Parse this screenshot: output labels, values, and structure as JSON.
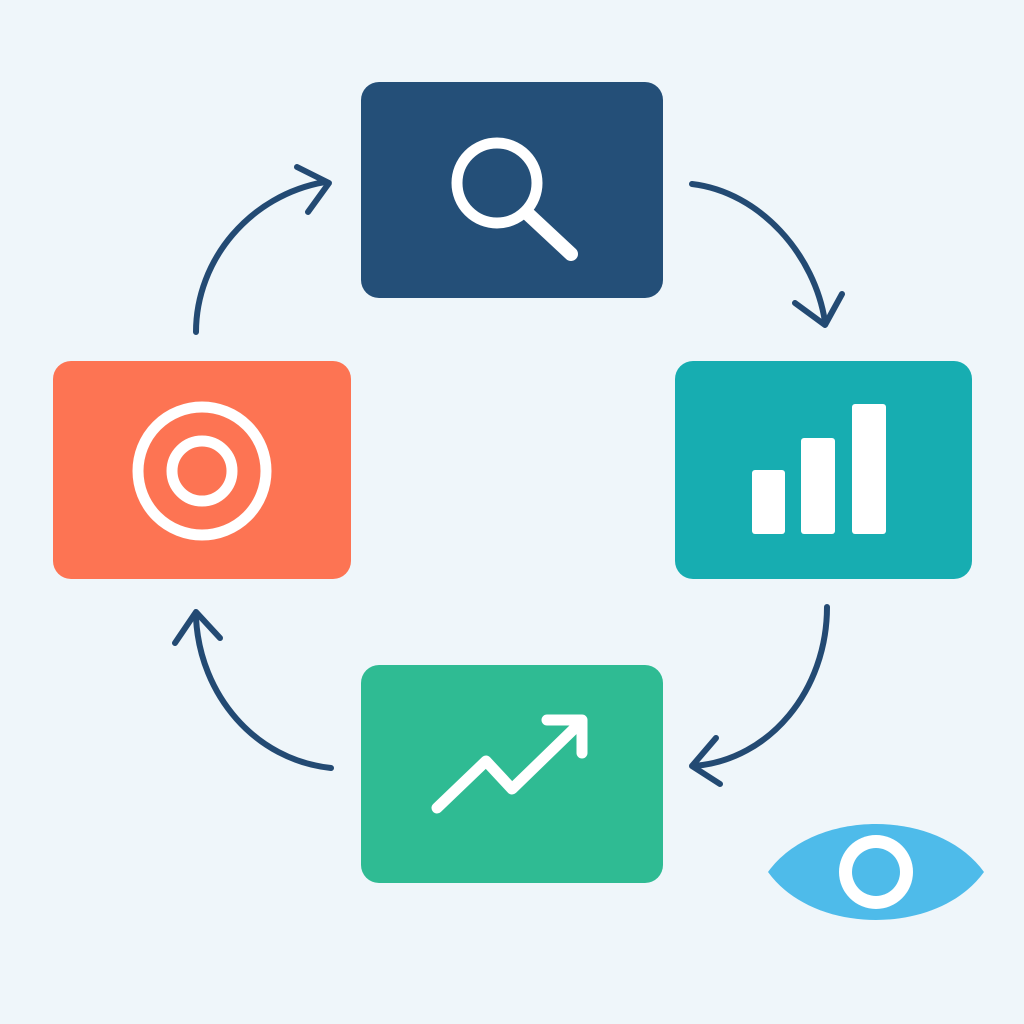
{
  "colors": {
    "background": "#eff6fa",
    "arrow": "#234a73",
    "search": "#244f78",
    "analyze": "#17adb1",
    "growth": "#2fbb93",
    "target": "#fd7453",
    "eye": "#4ebbea",
    "icon": "#ffffff"
  },
  "nodes": [
    {
      "id": "search",
      "icon": "magnifier-icon"
    },
    {
      "id": "analyze",
      "icon": "bar-chart-icon"
    },
    {
      "id": "growth",
      "icon": "trend-up-icon"
    },
    {
      "id": "target",
      "icon": "target-icon"
    }
  ],
  "cycle_direction": "clockwise",
  "extra_icon": "eye-icon"
}
